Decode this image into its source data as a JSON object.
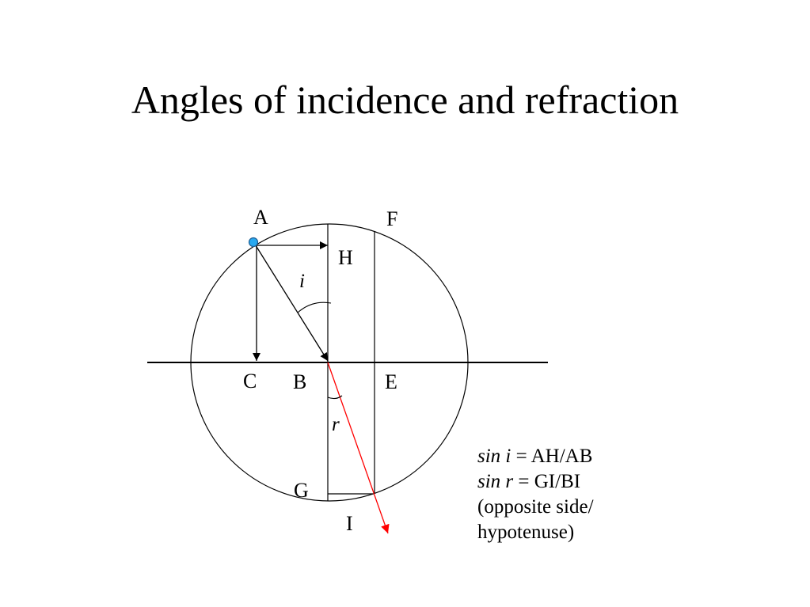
{
  "title": "Angles of incidence and refraction",
  "labels": {
    "A": "A",
    "F": "F",
    "H": "H",
    "C": "C",
    "B": "B",
    "E": "E",
    "G": "G",
    "I": "I",
    "i": "i",
    "r": "r"
  },
  "formulas": {
    "sin_i_fn": "sin i",
    "sin_i_eq": " = AH/AB",
    "sin_r_fn": "sin r",
    "sin_r_eq": " = GI/BI",
    "note_line1": "(opposite side/",
    "note_line2": "hypotenuse)"
  },
  "colors": {
    "refracted_ray": "#ff0000",
    "point_fill": "#29a9f0",
    "point_stroke": "#1e5f95",
    "line": "#000000"
  }
}
